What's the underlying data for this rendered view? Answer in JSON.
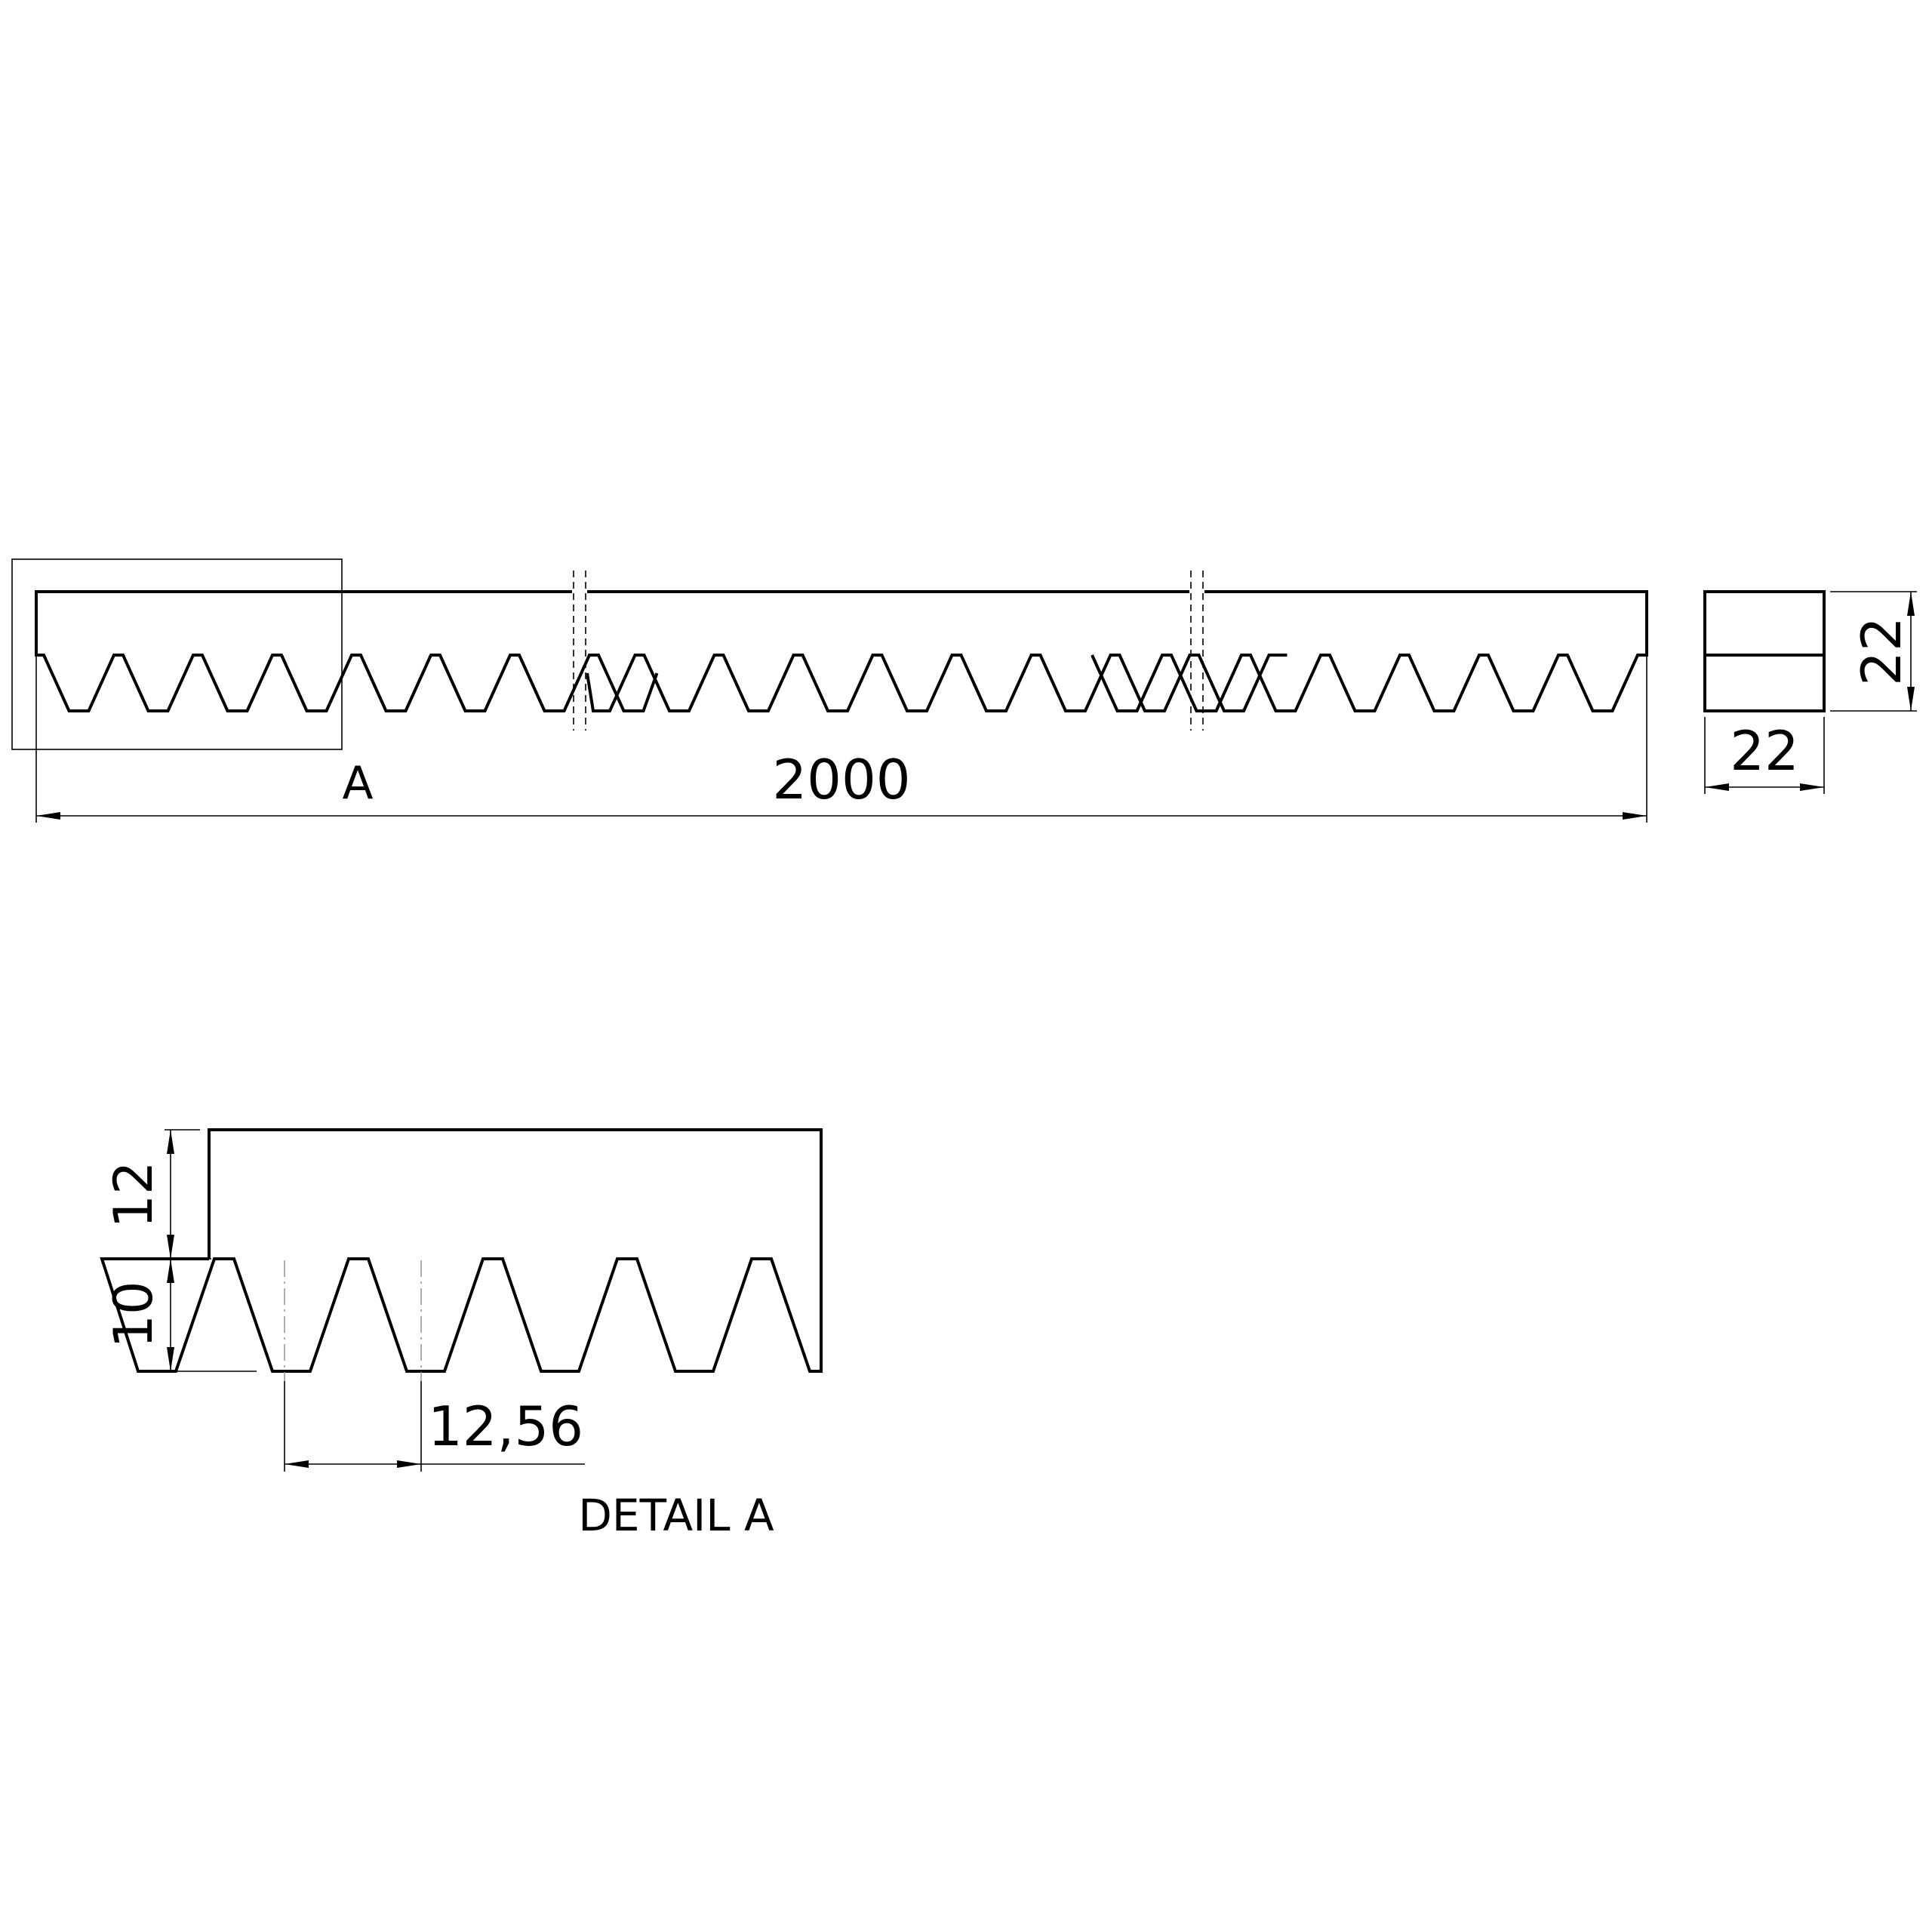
{
  "views": {
    "front": {
      "length_label": "2000",
      "detail_marker": "A"
    },
    "side": {
      "height_label": "22",
      "width_label": "22"
    },
    "detail": {
      "title": "DETAIL A",
      "body_height_label": "12",
      "tooth_height_label": "10",
      "pitch_label": "12,56"
    }
  },
  "colors": {
    "line": "#000000",
    "background": "#ffffff"
  }
}
